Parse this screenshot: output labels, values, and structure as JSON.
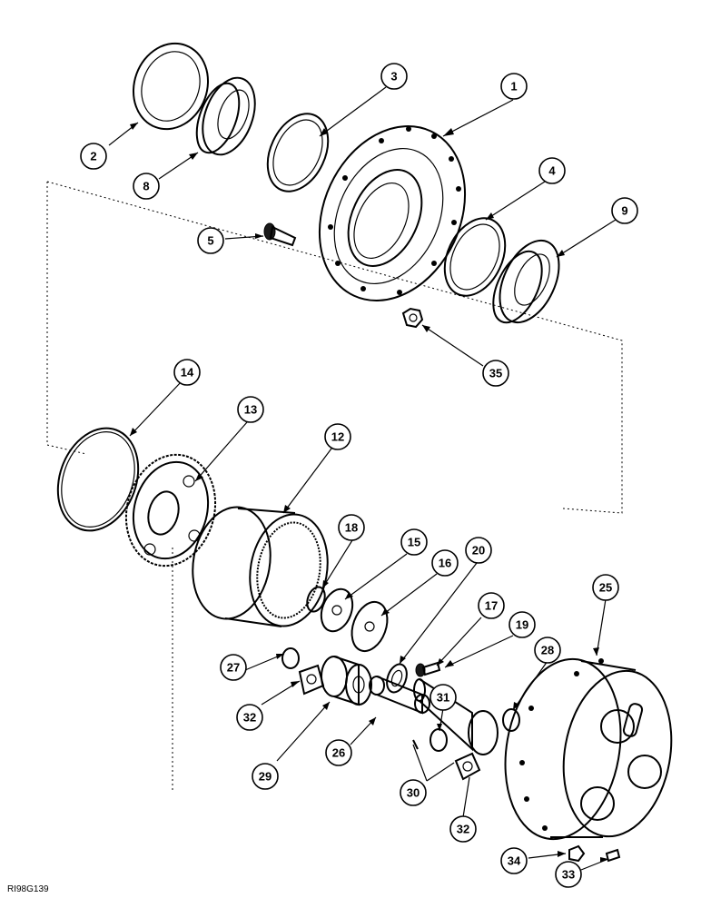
{
  "reference_code": "RI98G139",
  "callouts": [
    "1",
    "2",
    "3",
    "4",
    "5",
    "8",
    "9",
    "35",
    "14",
    "13",
    "12",
    "18",
    "15",
    "16",
    "20",
    "17",
    "19",
    "28",
    "25",
    "27",
    "32",
    "29",
    "26",
    "31",
    "30",
    "32",
    "34",
    "33"
  ]
}
